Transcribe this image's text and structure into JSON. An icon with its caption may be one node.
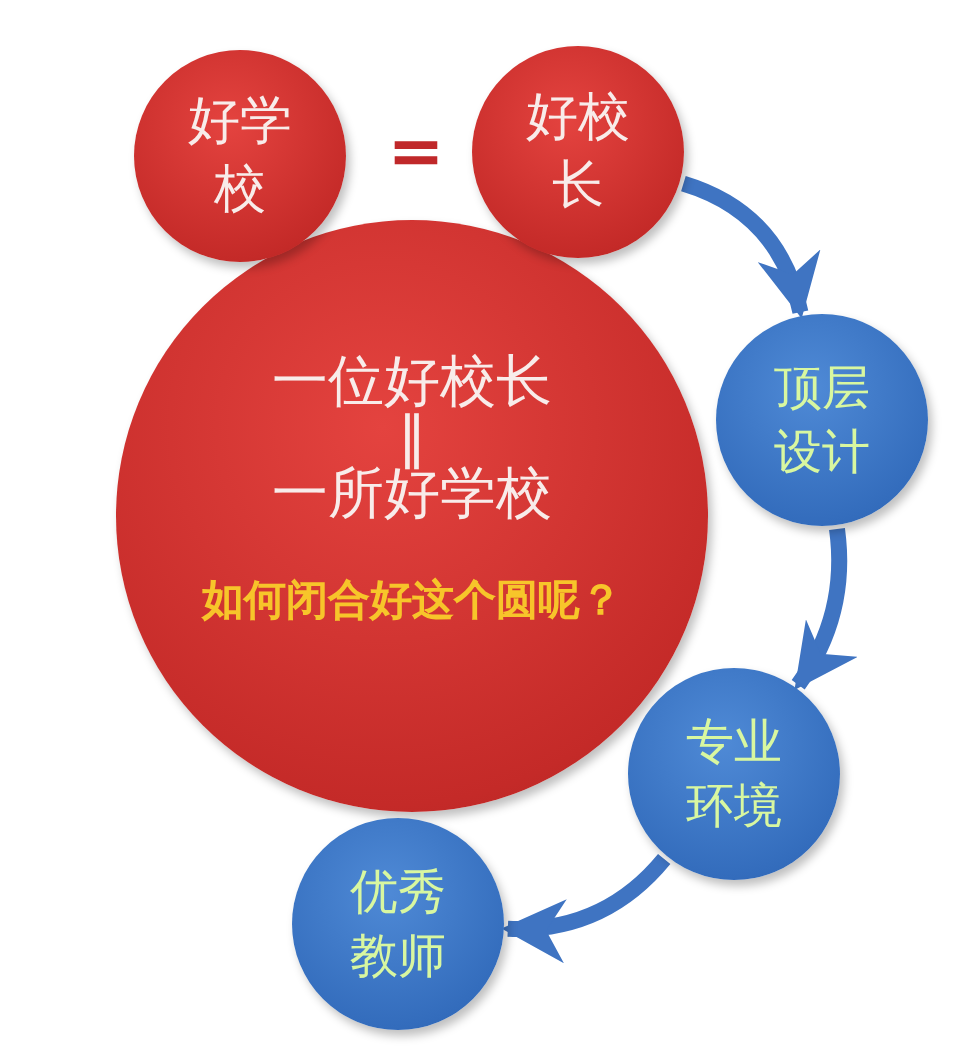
{
  "diagram": {
    "nodes": [
      {
        "text": [
          "好学校"
        ]
      },
      {
        "text": [
          "好校长"
        ]
      },
      {
        "text": [
          "一位好校长",
          "‖",
          "一所好学校",
          "如何闭合好这个圆呢？"
        ]
      },
      {
        "text": [
          "顶层设计"
        ]
      },
      {
        "text": [
          "专业环境"
        ]
      },
      {
        "text": [
          "优秀教师"
        ]
      }
    ],
    "edges": [
      {
        "from": 1,
        "to": 3,
        "arrow": "to"
      },
      {
        "from": 3,
        "to": 4,
        "arrow": "to"
      },
      {
        "from": 4,
        "to": 5,
        "arrow": "to"
      }
    ],
    "labels": [
      "="
    ]
  }
}
